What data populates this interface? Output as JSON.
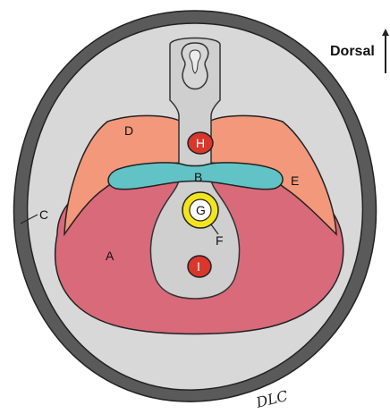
{
  "orientation": {
    "label": "Dorsal"
  },
  "labels": {
    "A": "A",
    "B": "B",
    "C": "C",
    "D": "D",
    "E": "E",
    "F": "F",
    "G": "G",
    "H": "H",
    "I": "I"
  },
  "signature": "DLC",
  "colors": {
    "outer_skin": "#555555",
    "body_wall": "#d7d7d7",
    "muscle_A": "#d86a7a",
    "muscle_D": "#f3987a",
    "band_B": "#62c3c6",
    "ring_G": "#f2e51d",
    "vessel_H_I": "#d9372c",
    "central_column": "#cfcfcf"
  }
}
